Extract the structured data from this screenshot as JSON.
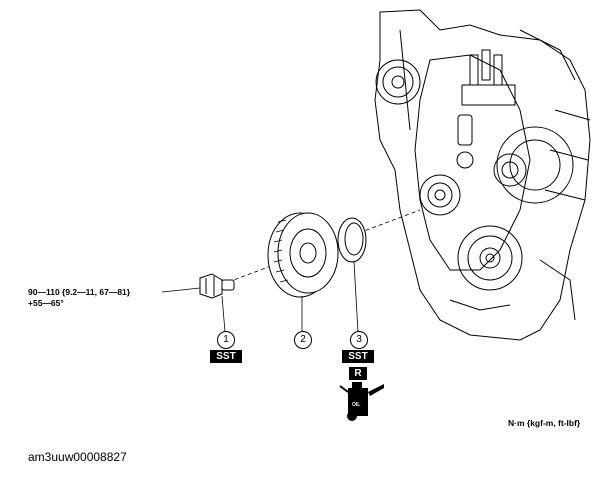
{
  "torque_spec": {
    "line1": "90—110 {9.2—11, 67—81}",
    "line2": "+55—65°"
  },
  "callouts": [
    {
      "number": "1",
      "tags": [
        "SST"
      ]
    },
    {
      "number": "2",
      "tags": []
    },
    {
      "number": "3",
      "tags": [
        "SST",
        "R"
      ]
    }
  ],
  "oil_icon_label": "OIL",
  "units_label": "N·m {kgf-m, ft-lbf}",
  "image_id": "am3uuw00008827"
}
